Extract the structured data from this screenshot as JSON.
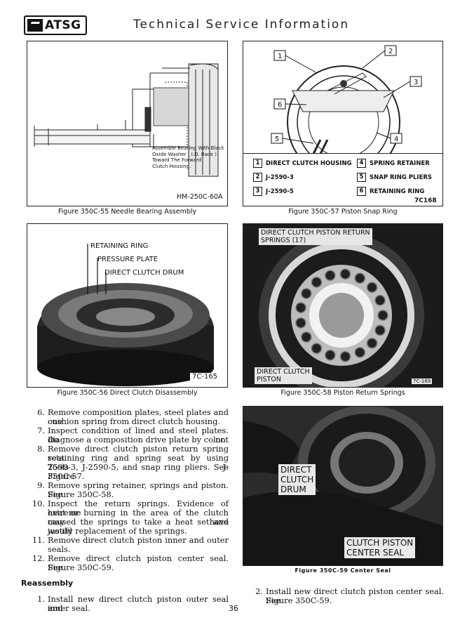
{
  "header": {
    "logo_text": "ATSG",
    "title": "Technical Service Information"
  },
  "figures": {
    "fig55": {
      "caption": "Figure 350C-55 Needle Bearing Assembly",
      "callout": [
        "Assemble Bearing With Black",
        "Oxide Washer ( I.D. Race )",
        "Toward The Forward",
        "Clutch Housing."
      ],
      "code": "HM-250C-60A"
    },
    "fig57": {
      "caption": "Figure 350C-57 Piston Snap Ring",
      "callouts": [
        "1",
        "2",
        "3",
        "4",
        "5",
        "6"
      ],
      "legend": [
        {
          "num": "1",
          "text": "DIRECT CLUTCH HOUSING"
        },
        {
          "num": "2",
          "text": "J-2590-3"
        },
        {
          "num": "3",
          "text": "J-2590-5"
        },
        {
          "num": "4",
          "text": "SPRING RETAINER"
        },
        {
          "num": "5",
          "text": "SNAP RING PLIERS"
        },
        {
          "num": "6",
          "text": "RETAINING RING"
        }
      ],
      "code": "7C168"
    },
    "fig56": {
      "caption": "Figure 350C-56 Direct Clutch Disassembly",
      "labels": [
        "RETAINING RING",
        "PRESSURE PLATE",
        "DIRECT CLUTCH DRUM"
      ],
      "code": "7C-165"
    },
    "fig58": {
      "caption": "Figure 350C-58 Piston Return Springs",
      "label_top": [
        "DIRECT CLUTCH PISTON RETURN",
        "SPRINGS (17)"
      ],
      "label_bottom": [
        "DIRECT CLUTCH",
        "PISTON"
      ],
      "code": "7C-169"
    },
    "fig59": {
      "caption": "Figure 350C-59 Center Seal",
      "label_drum": [
        "DIRECT",
        "CLUTCH",
        "DRUM"
      ],
      "label_seal": [
        "CLUTCH PISTON",
        "CENTER SEAL"
      ]
    }
  },
  "steps": [
    {
      "num": "6.",
      "lines": [
        "Remove composition plates, steel plates and one",
        "cushion spring from direct clutch housing."
      ]
    },
    {
      "num": "7.",
      "lines": [
        "Inspect condition of lined and steel plates. Do not",
        "diagnose a composition drive plate by color."
      ]
    },
    {
      "num": "8.",
      "lines": [
        "Remove direct clutch piston return spring seat",
        "retaining ring and spring seat by using Tools J-",
        "2590-3, J-2590-5, and snap ring pliers. See Figure",
        "350C-57."
      ]
    },
    {
      "num": "9.",
      "lines": [
        "Remove spring retainer, springs and piston. See",
        "Figure 350C-58."
      ]
    },
    {
      "num": "10.",
      "lines": [
        "Inspect the return springs. Evidence of extreme",
        "heat or burning in the area of the clutch may have",
        "caused the springs to take a heat set and would",
        "justify replacement of the springs."
      ]
    },
    {
      "num": "11.",
      "lines": [
        "Remove direct clutch piston inner and outer",
        "seals."
      ]
    },
    {
      "num": "12.",
      "lines": [
        "Remove direct clutch piston center seal. See",
        "Figure 350C-59."
      ]
    }
  ],
  "reassembly": {
    "heading": "Reassembly",
    "steps": [
      {
        "num": "1.",
        "lines": [
          "Install new direct clutch piston outer seal and",
          "inner seal."
        ]
      },
      {
        "num": "2.",
        "lines": [
          "Install new direct clutch piston center seal. See",
          "Figure 350C-59."
        ]
      }
    ]
  },
  "page_number": "36"
}
